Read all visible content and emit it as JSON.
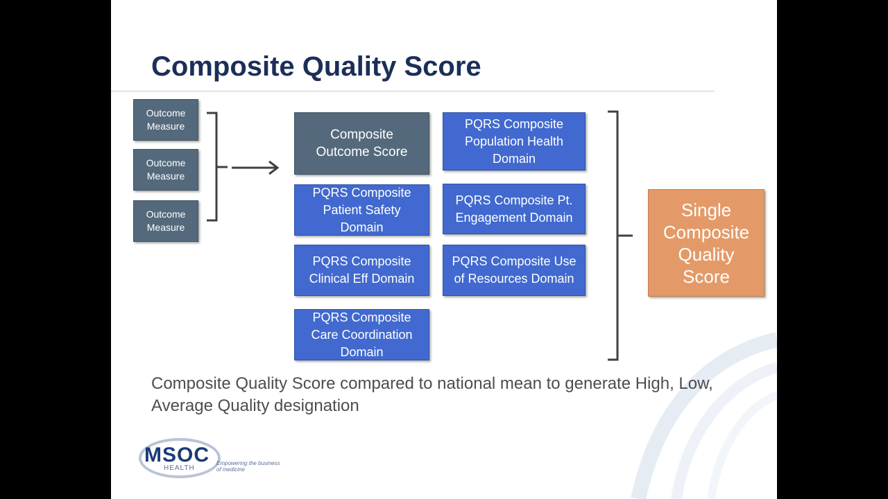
{
  "slide": {
    "title": "Composite Quality Score",
    "caption": "Composite Quality Score compared to national mean to generate High, Low, Average Quality designation"
  },
  "diagram": {
    "outcome_measures": [
      "Outcome Measure",
      "Outcome Measure",
      "Outcome Measure"
    ],
    "composite_outcome": "Composite Outcome Score",
    "domains": {
      "population_health": "PQRS Composite Population Health Domain",
      "patient_safety": "PQRS Composite Patient Safety Domain",
      "pt_engagement": "PQRS Composite Pt. Engagement Domain",
      "clinical_eff": "PQRS Composite Clinical Eff Domain",
      "use_of_resources": "PQRS Composite Use of Resources Domain",
      "care_coordination": "PQRS Composite Care Coordination Domain"
    },
    "result": "Single Composite Quality Score"
  },
  "logo": {
    "name": "MSOC",
    "sub": "HEALTH",
    "tagline": "Empowering the business of medicine"
  },
  "colors": {
    "title": "#1b2f58",
    "slate_box": "#546a7c",
    "blue_box": "#4169cf",
    "orange_box": "#e49a68",
    "caption": "#4d4d4d"
  }
}
